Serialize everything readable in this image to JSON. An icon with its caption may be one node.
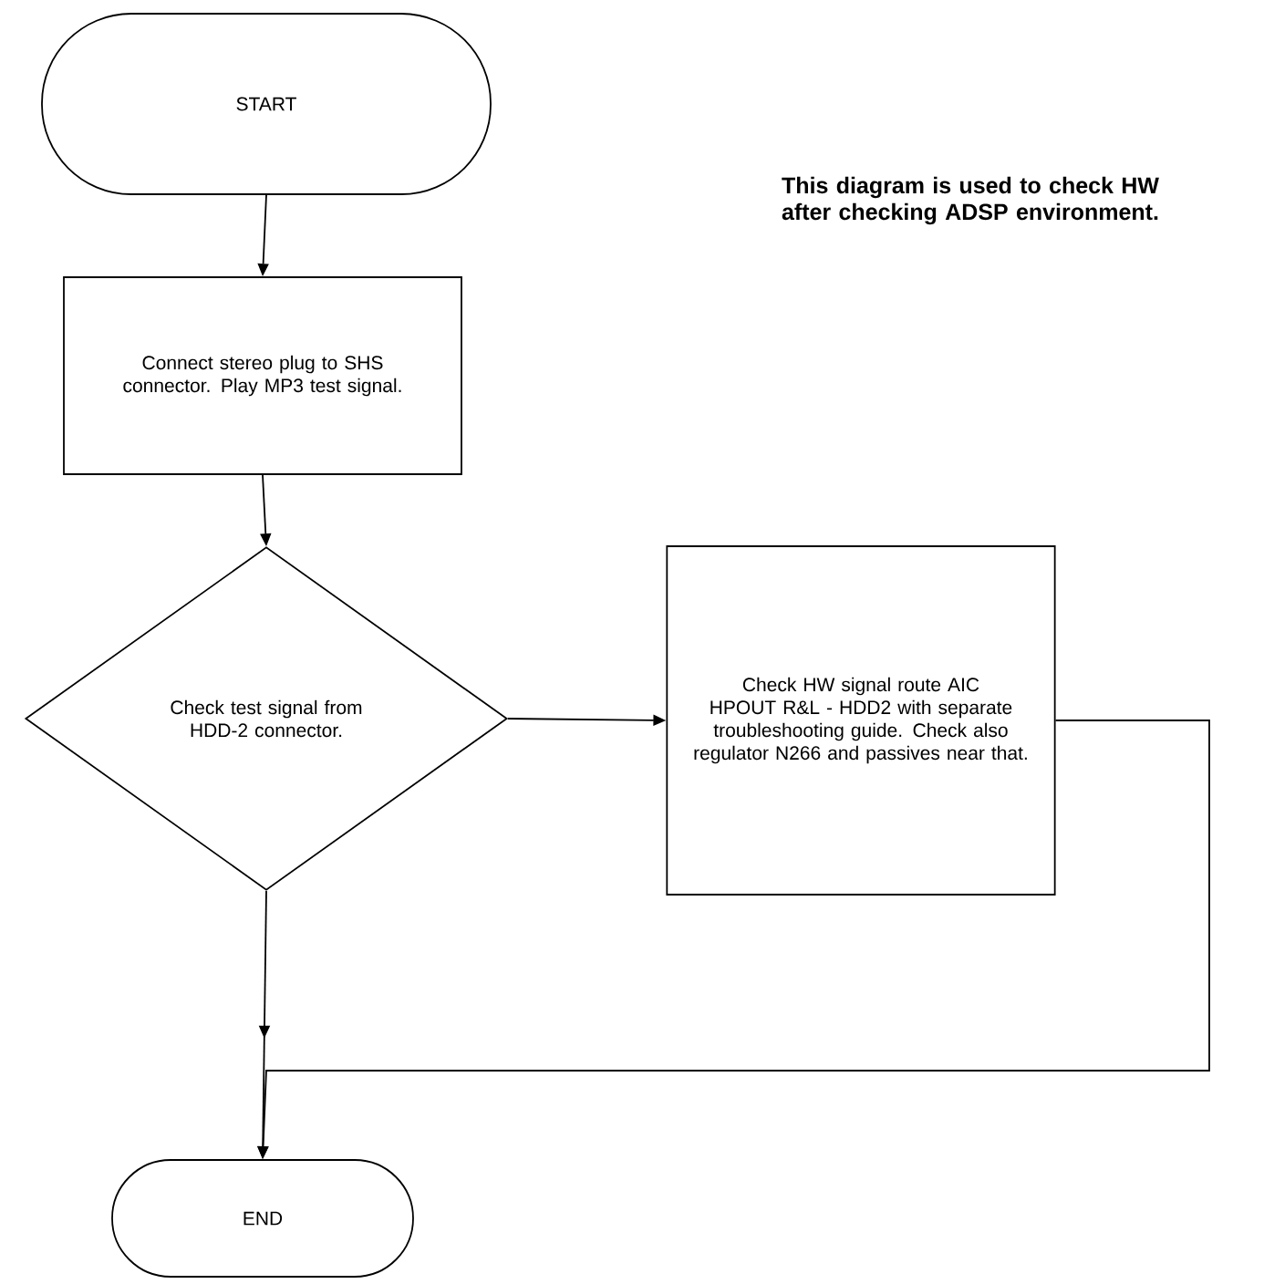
{
  "diagram": {
    "nodes": [
      {
        "text": [
          "START"
        ]
      },
      {
        "text": [
          "Connect stereo plug to SHS connector. Play MP3 test signal."
        ]
      },
      {
        "text": [
          "Check test signal from HDD-2 connector."
        ]
      },
      {
        "text": [
          "Check HW signal route AIC HPOUT R&L - HDD2 with separate troubleshooting guide. Check also regulator N266 and passives near that."
        ]
      },
      {
        "text": [
          "END"
        ]
      }
    ],
    "edges": [
      {
        "from": 0,
        "to": 1,
        "arrow": "to"
      },
      {
        "from": 1,
        "to": 2,
        "arrow": "to"
      },
      {
        "from": 2,
        "to": 3,
        "arrow": "to"
      },
      {
        "from": 2,
        "to": 4,
        "arrow": "to"
      },
      {
        "from": 3,
        "to": 4,
        "arrow": "to"
      }
    ],
    "labels": [
      "This diagram is used to check HW after checking ADSP environment."
    ]
  }
}
